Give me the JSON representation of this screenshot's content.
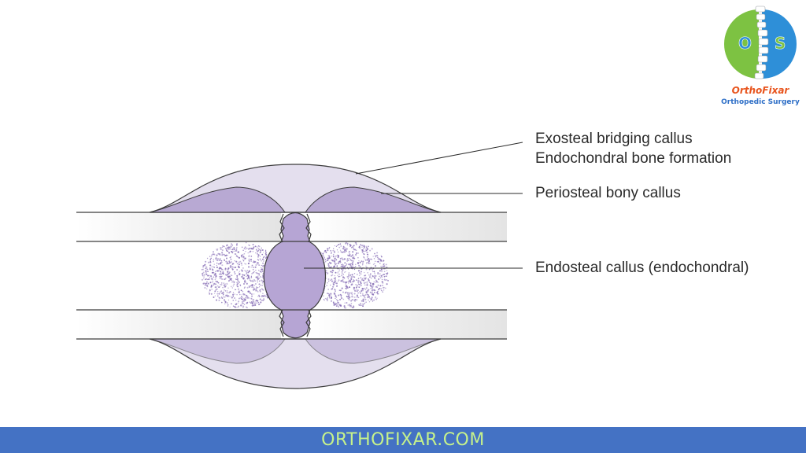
{
  "labels": {
    "exosteal_line1": "Exosteal bridging callus",
    "exosteal_line2": "Endochondral bone formation",
    "periosteal": "Periosteal bony callus",
    "endosteal": "Endosteal callus (endochondral)"
  },
  "logo": {
    "name": "OrthoFixar",
    "subtitle": "Orthopedic Surgery",
    "letter_left": "O",
    "letter_right": "S",
    "name_color": "#e8551e",
    "subtitle_color": "#2e6fc7",
    "green": "#7dc242",
    "blue": "#2e8fd8"
  },
  "footer": {
    "text": "ORTHOFIXAR.COM",
    "background": "#4472c4",
    "text_color": "#c6f28b"
  },
  "colors": {
    "callus_light": "#e4dfee",
    "callus_dark": "#b8a9d3",
    "endosteal": "#b6a5d4",
    "dots": "#8a72b8",
    "cortex": "#eeeeee"
  }
}
